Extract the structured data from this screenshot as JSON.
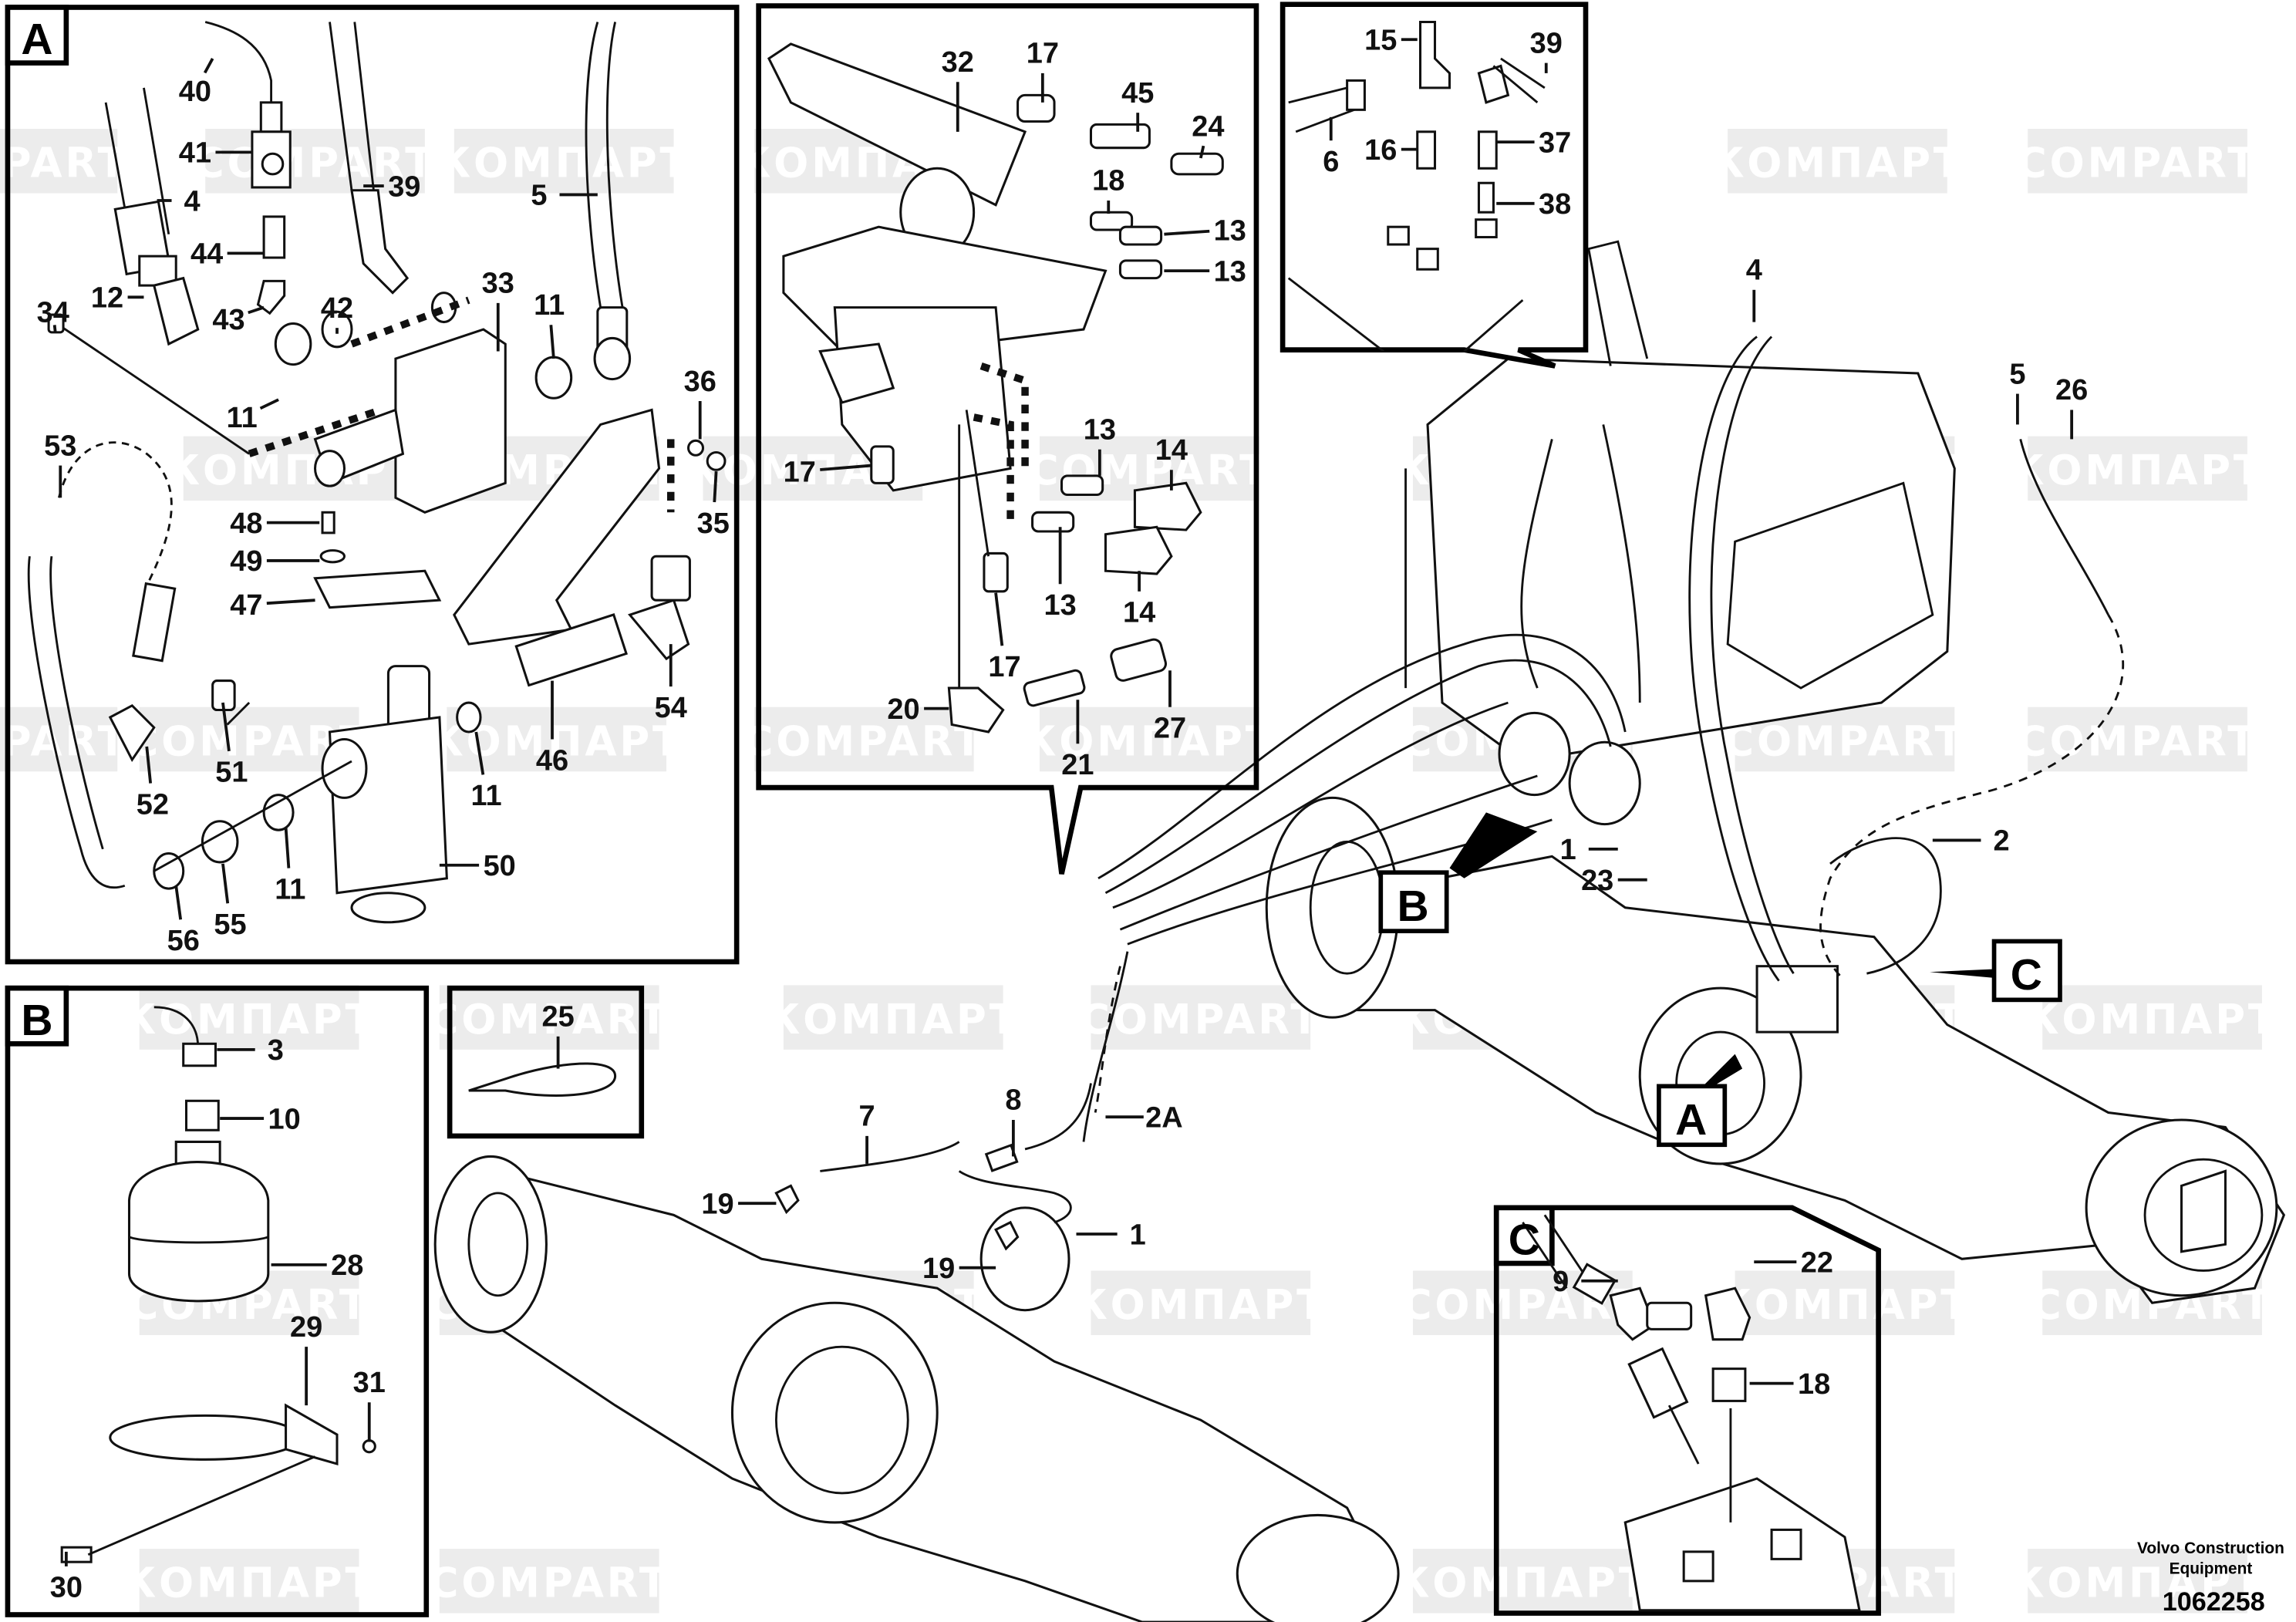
{
  "diagram": {
    "publisher": "Volvo Construction Equipment",
    "publisher_line1": "Volvo Construction",
    "publisher_line2": "Equipment",
    "drawing_number": "1062258",
    "watermarks": [
      "COMPART",
      "КОМПАРТ"
    ]
  },
  "detail_views": {
    "A": {
      "tag": "A",
      "labels": [
        "40",
        "41",
        "4",
        "39",
        "5",
        "44",
        "34",
        "12",
        "43",
        "42",
        "33",
        "11",
        "11",
        "36",
        "35",
        "53",
        "48",
        "49",
        "47",
        "54",
        "51",
        "52",
        "46",
        "11",
        "50",
        "11",
        "55",
        "56"
      ]
    },
    "B": {
      "tag": "B",
      "labels": [
        "3",
        "10",
        "28",
        "29",
        "31",
        "30"
      ]
    },
    "C": {
      "tag": "C",
      "labels": [
        "9",
        "22",
        "18"
      ]
    },
    "valve": {
      "labels": [
        "32",
        "17",
        "45",
        "24",
        "18",
        "13",
        "13",
        "13",
        "14",
        "17",
        "13",
        "14",
        "17",
        "20",
        "21",
        "27"
      ]
    },
    "fitting_inset": {
      "labels": [
        "15",
        "39",
        "6",
        "16",
        "37",
        "38"
      ]
    },
    "tie": {
      "labels": [
        "25"
      ]
    }
  },
  "main_view": {
    "labels": [
      "4",
      "5",
      "26",
      "1",
      "23",
      "2",
      "7",
      "8",
      "2A",
      "19",
      "1",
      "19"
    ],
    "callouts": [
      "A",
      "B",
      "C"
    ]
  }
}
